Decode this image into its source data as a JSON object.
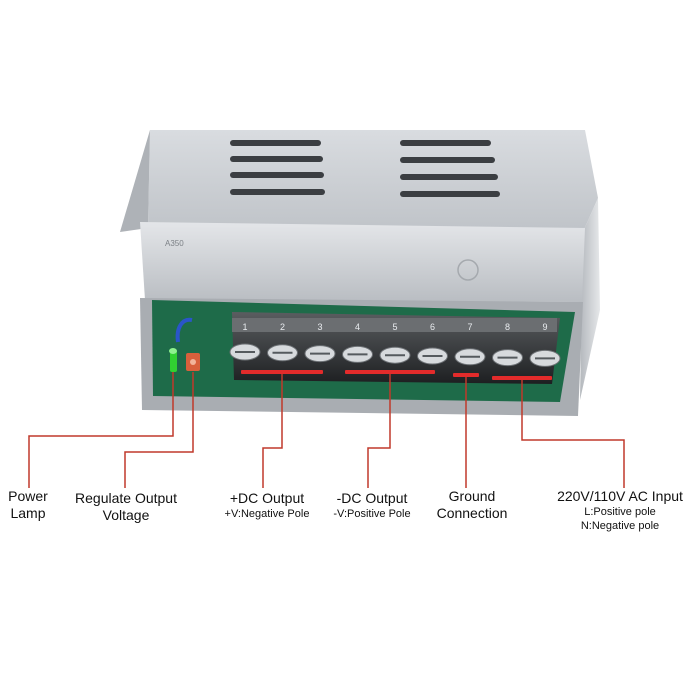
{
  "product": {
    "rating_mark": "A350",
    "terminal_numbers": [
      "1",
      "2",
      "3",
      "4",
      "5",
      "6",
      "7",
      "8",
      "9"
    ]
  },
  "colors": {
    "callout_line": "#c0392b",
    "highlight_bar": "#e32b2b",
    "led": "#31d131",
    "adjust_pot": "#d8603c",
    "case_metal": "#c9cdd2"
  },
  "labels": {
    "power_lamp": {
      "line1": "Power",
      "line2": "Lamp"
    },
    "regulate": {
      "line1": "Regulate Output",
      "line2": "Voltage"
    },
    "dc_plus": {
      "title": "+DC Output",
      "sub": "+V:Negative Pole"
    },
    "dc_minus": {
      "title": "-DC Output",
      "sub": "-V:Positive Pole"
    },
    "ground": {
      "line1": "Ground",
      "line2": "Connection"
    },
    "ac_input": {
      "title": "220V/110V AC Input",
      "sub1": "L:Positive pole",
      "sub2": "N:Negative pole"
    }
  }
}
